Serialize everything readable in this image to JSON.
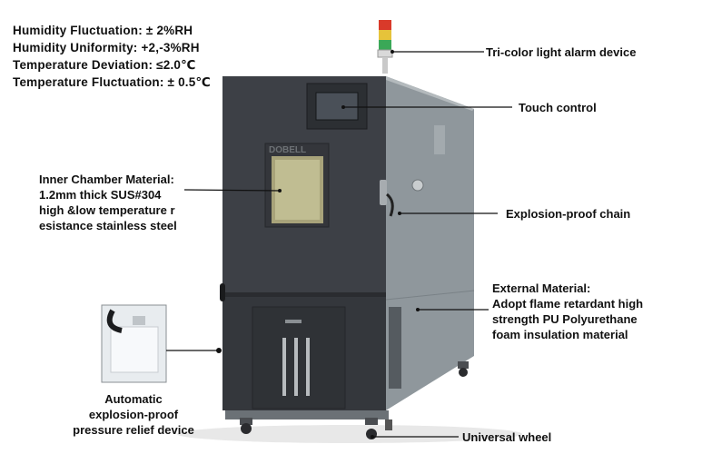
{
  "specs": [
    "Humidity Fluctuation: ± 2%RH",
    "Humidity Uniformity: +2,-3%RH",
    "Temperature Deviation: ≤2.0℃",
    "Temperature Fluctuation: ± 0.5℃"
  ],
  "brand": "DOBELL",
  "callouts": {
    "alarm": "Tri-color light alarm device",
    "touch": "Touch control",
    "inner": [
      "Inner Chamber Material:",
      "1.2mm thick SUS#304",
      "high &low temperature r",
      "esistance stainless steel"
    ],
    "chain": "Explosion-proof chain",
    "external": [
      "External Material:",
      "Adopt flame retardant high",
      "strength PU Polyurethane",
      "foam insulation material"
    ],
    "relief": [
      "Automatic",
      "explosion-proof",
      "pressure relief device"
    ],
    "wheel": "Universal wheel"
  },
  "colors": {
    "front": "#3d4046",
    "side": "#8f979c",
    "top": "#b4babd",
    "light_red": "#d93a2a",
    "light_yellow": "#e6c33a",
    "light_green": "#3aa857"
  }
}
